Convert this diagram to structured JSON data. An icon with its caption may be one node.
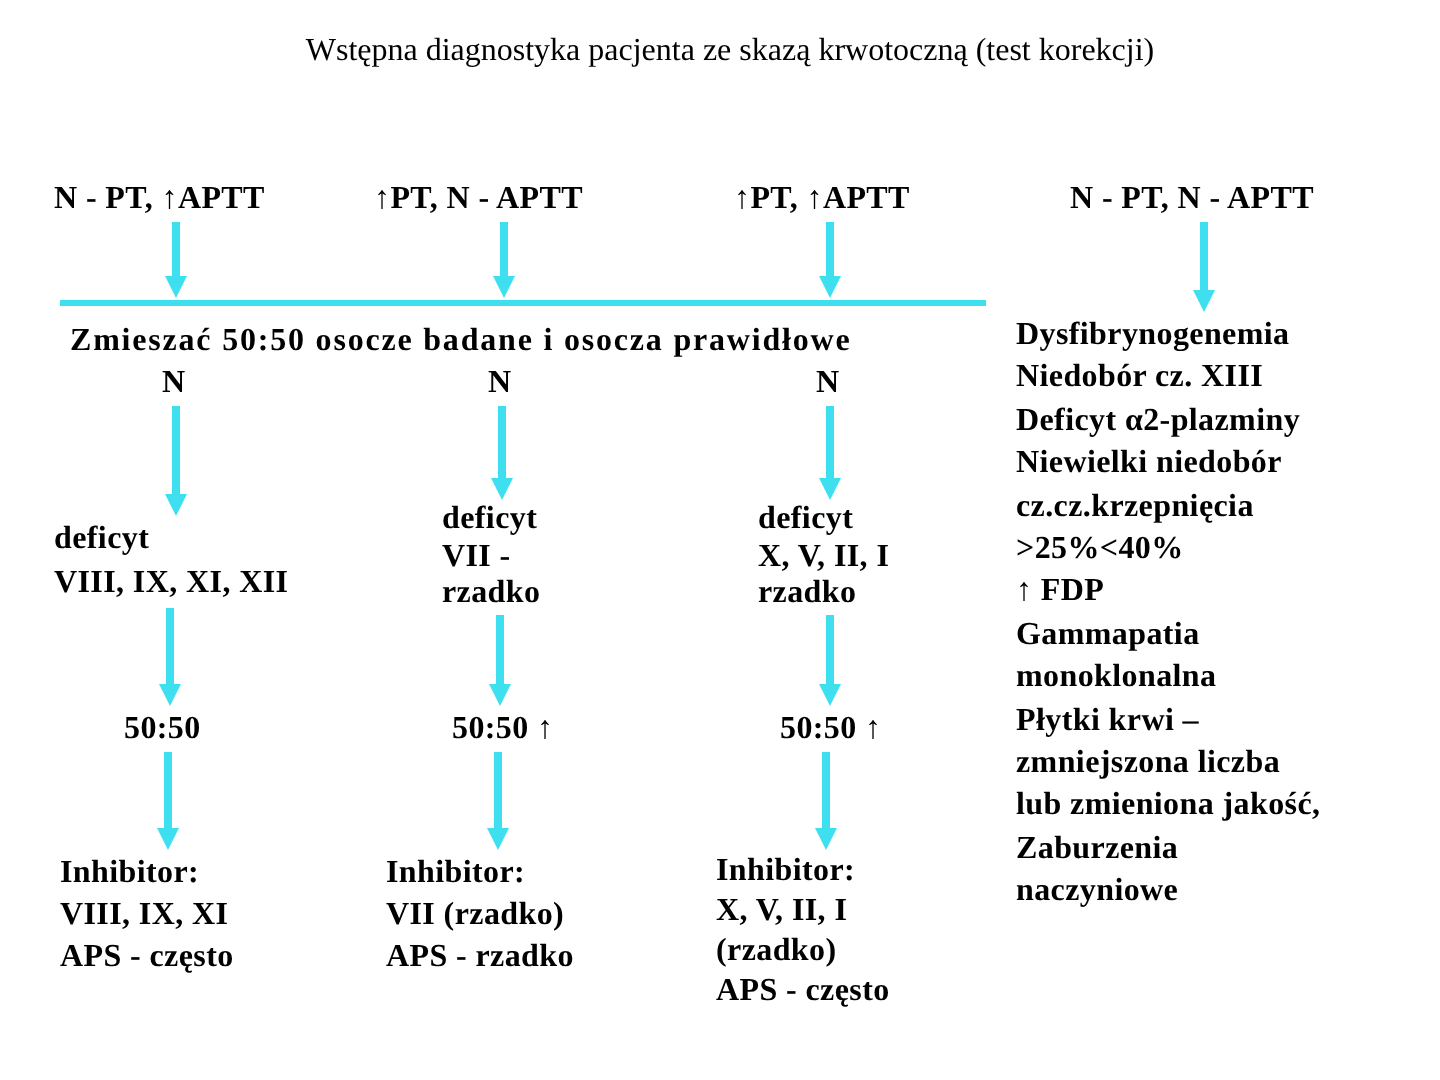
{
  "diagram": {
    "title": "Wstępna diagnostyka pacjenta ze skazą krwotoczną (test korekcji)",
    "nodes": [
      {
        "text": [
          "N - PT, ↑APTT"
        ]
      },
      {
        "text": [
          "↑PT, N - APTT"
        ]
      },
      {
        "text": [
          "↑PT, ↑APTT"
        ]
      },
      {
        "text": [
          "N - PT, N - APTT"
        ]
      },
      {
        "text": [],
        "shape": "bar",
        "beside": [
          "Zmieszać 50:50 osocze badane i osocza prawidłowe"
        ]
      },
      {
        "text": [
          "Dysfibrynogenemia",
          "Niedobór cz. XIII",
          "Deficyt α2-plazminy",
          "Niewielki niedobór cz.cz.krzepnięcia >25%<40%",
          "↑ FDP",
          "Gammapatia monoklonalna",
          "Płytki krwi – zmniejszona liczba lub zmieniona jakość,",
          "Zaburzenia naczyniowe"
        ]
      },
      {
        "text": [
          "N"
        ]
      },
      {
        "text": [
          "N"
        ]
      },
      {
        "text": [
          "N"
        ]
      },
      {
        "text": [
          "deficyt VIII, IX, XI, XII"
        ]
      },
      {
        "text": [
          "deficyt VII - rzadko"
        ]
      },
      {
        "text": [
          "deficyt X, V, II, I rzadko"
        ]
      },
      {
        "text": [
          "50:50"
        ]
      },
      {
        "text": [
          "50:50 ↑"
        ]
      },
      {
        "text": [
          "50:50 ↑"
        ]
      },
      {
        "text": [
          "Inhibitor: VIII, IX, XI APS - często"
        ]
      },
      {
        "text": [
          "Inhibitor: VII (rzadko) APS - rzadko"
        ]
      },
      {
        "text": [
          "Inhibitor: X, V, II, I (rzadko) APS - często"
        ]
      }
    ],
    "edges": [
      {
        "from": 0,
        "to": 4,
        "arrow": "to"
      },
      {
        "from": 1,
        "to": 4,
        "arrow": "to"
      },
      {
        "from": 2,
        "to": 4,
        "arrow": "to"
      },
      {
        "from": 3,
        "to": 5,
        "arrow": "to"
      },
      {
        "from": 6,
        "to": 9,
        "arrow": "to"
      },
      {
        "from": 7,
        "to": 10,
        "arrow": "to"
      },
      {
        "from": 8,
        "to": 11,
        "arrow": "to"
      },
      {
        "from": 9,
        "to": 12,
        "arrow": "to"
      },
      {
        "from": 10,
        "to": 13,
        "arrow": "to"
      },
      {
        "from": 11,
        "to": 14,
        "arrow": "to"
      },
      {
        "from": 12,
        "to": 15,
        "arrow": "to"
      },
      {
        "from": 13,
        "to": 16,
        "arrow": "to"
      },
      {
        "from": 14,
        "to": 17,
        "arrow": "to"
      }
    ]
  }
}
